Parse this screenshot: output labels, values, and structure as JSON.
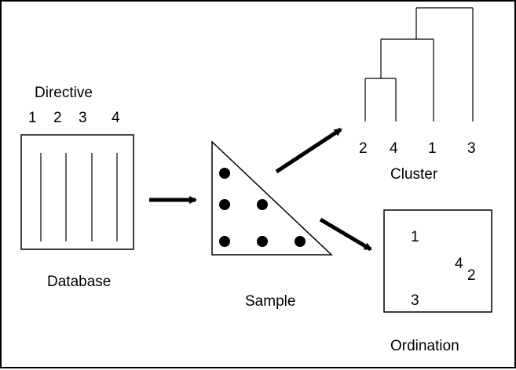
{
  "database": {
    "heading": "Directive",
    "columns": [
      "1",
      "2",
      "3",
      "4"
    ],
    "label": "Database"
  },
  "sample": {
    "label": "Sample",
    "dot_count": 6
  },
  "cluster": {
    "leaves": [
      "2",
      "4",
      "1",
      "3"
    ],
    "label": "Cluster"
  },
  "ordination": {
    "points": [
      "1",
      "4",
      "2",
      "3"
    ],
    "label": "Ordination"
  }
}
